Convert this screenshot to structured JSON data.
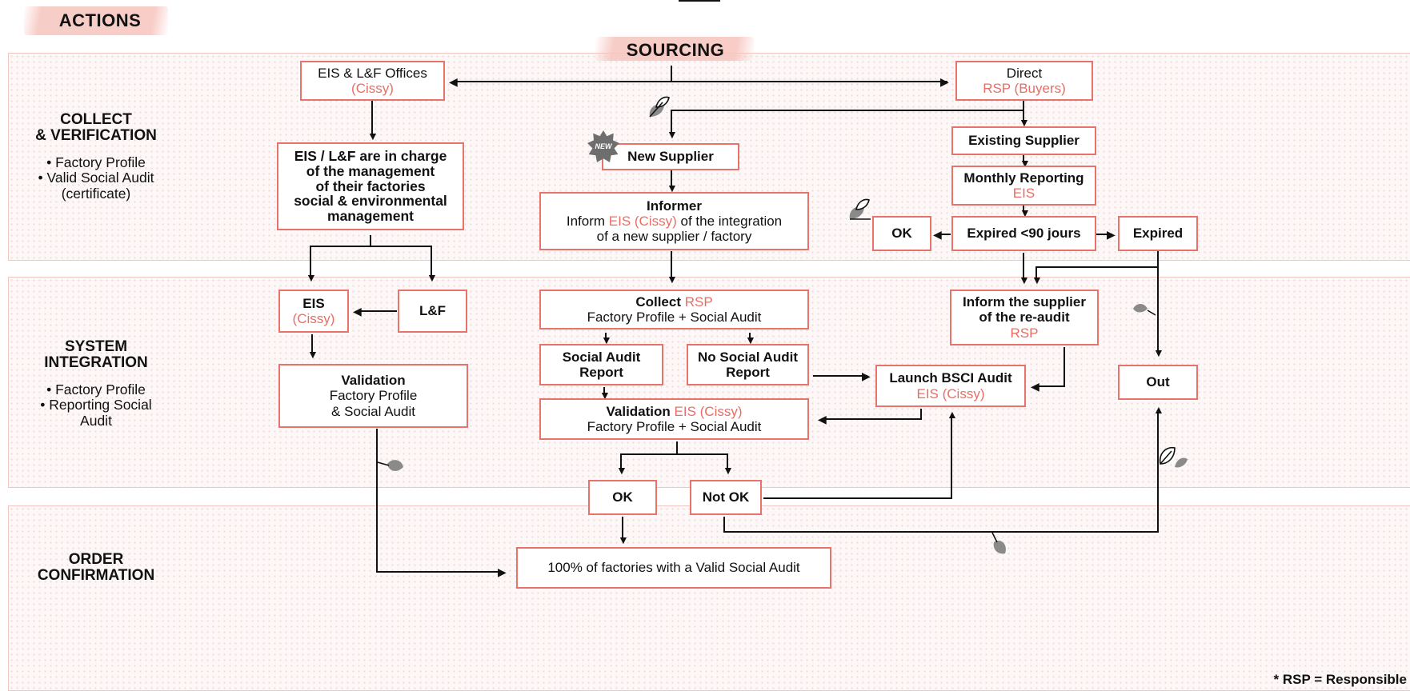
{
  "title": "ACTIONS",
  "sourcing": "SOURCING",
  "stages": {
    "collect": {
      "title": [
        "COLLECT",
        "& VERIFICATION"
      ],
      "bullets": [
        "• Factory Profile",
        "• Valid Social Audit",
        "(certificate)"
      ]
    },
    "system": {
      "title": [
        "SYSTEM",
        "INTEGRATION"
      ],
      "bullets": [
        "• Factory Profile",
        "• Reporting Social",
        "Audit"
      ]
    },
    "order": {
      "title": [
        "ORDER",
        "CONFIRMATION"
      ]
    }
  },
  "boxes": {
    "eis_offices": {
      "line1": "EIS & L&F Offices",
      "line2": "(Cissy)"
    },
    "direct": {
      "line1": "Direct",
      "line2": "RSP (Buyers)"
    },
    "eis_charge": {
      "lines": [
        "EIS / L&F are in charge",
        "of the management",
        "of their factories",
        "social & environmental",
        "management"
      ]
    },
    "new_supplier": "New Supplier",
    "new_badge": "NEW",
    "informer": {
      "line1": "Informer",
      "pre": "Inform ",
      "red": "EIS (Cissy)",
      "post": " of the integration",
      "line3": "of a new supplier / factory"
    },
    "existing_supplier": "Existing Supplier",
    "monthly_reporting": {
      "line1": "Monthly Reporting",
      "line2": "EIS"
    },
    "ok_top": "OK",
    "expired90": "Expired <90 jours",
    "expired": "Expired",
    "eis_cissy": {
      "line1": "EIS",
      "line2": "(Cissy)"
    },
    "lf": "L&F",
    "validation_left": {
      "line1": "Validation",
      "line2": "Factory Profile",
      "line3": "& Social Audit"
    },
    "collect_rsp": {
      "pre": "Collect ",
      "red": "RSP",
      "line2": "Factory Profile + Social Audit"
    },
    "social_audit_report": {
      "line1": "Social Audit",
      "line2": "Report"
    },
    "no_social_audit_report": {
      "line1": "No Social Audit",
      "line2": "Report"
    },
    "validation_mid": {
      "pre": "Validation ",
      "red": "EIS (Cissy)",
      "line2": "Factory Profile + Social Audit"
    },
    "inform_supplier": {
      "line1": "Inform the supplier",
      "line2": "of the re-audit",
      "line3": "RSP"
    },
    "launch_bsci": {
      "line1": "Launch BSCI Audit",
      "line2": "EIS (Cissy)"
    },
    "out": "Out",
    "ok_bottom": "OK",
    "not_ok": "Not OK",
    "final": "100% of factories with a Valid Social Audit"
  },
  "footnote": "* RSP = Responsible",
  "colors": {
    "accent": "#e8736a",
    "accent_text": "#ea6d64",
    "band_border": "#f2c6c0",
    "highlight": "#f6c4be",
    "leaf": "#8a8a8a"
  }
}
